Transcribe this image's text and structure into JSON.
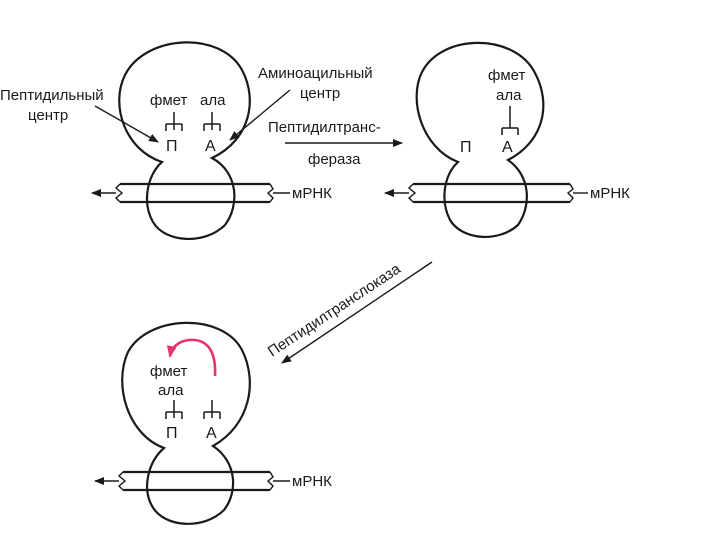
{
  "colors": {
    "ink": "#1a1a1a",
    "highlight": "#e8336d"
  },
  "panel_1": {
    "peptidyl_center_line1": "Пептидильный",
    "peptidyl_center_line2": "центр",
    "aminoacyl_center_line1": "Аминоацильный",
    "aminoacyl_center_line2": "центр",
    "residue_p": "фмет",
    "residue_a": "ала",
    "site_p": "П",
    "site_a": "А",
    "mrna": "мРНК"
  },
  "step_1": {
    "enzyme_line1": "Пептидилтранс-",
    "enzyme_line2": "фераза"
  },
  "panel_2": {
    "residue_top": "фмет",
    "residue_bottom": "ала",
    "site_p": "П",
    "site_a": "А",
    "mrna": "мРНК"
  },
  "step_2": {
    "enzyme": "Пептидилтранслоказа"
  },
  "panel_3": {
    "residue_top": "фмет",
    "residue_bottom": "ала",
    "site_p": "П",
    "site_a": "А",
    "mrna": "мРНК"
  }
}
